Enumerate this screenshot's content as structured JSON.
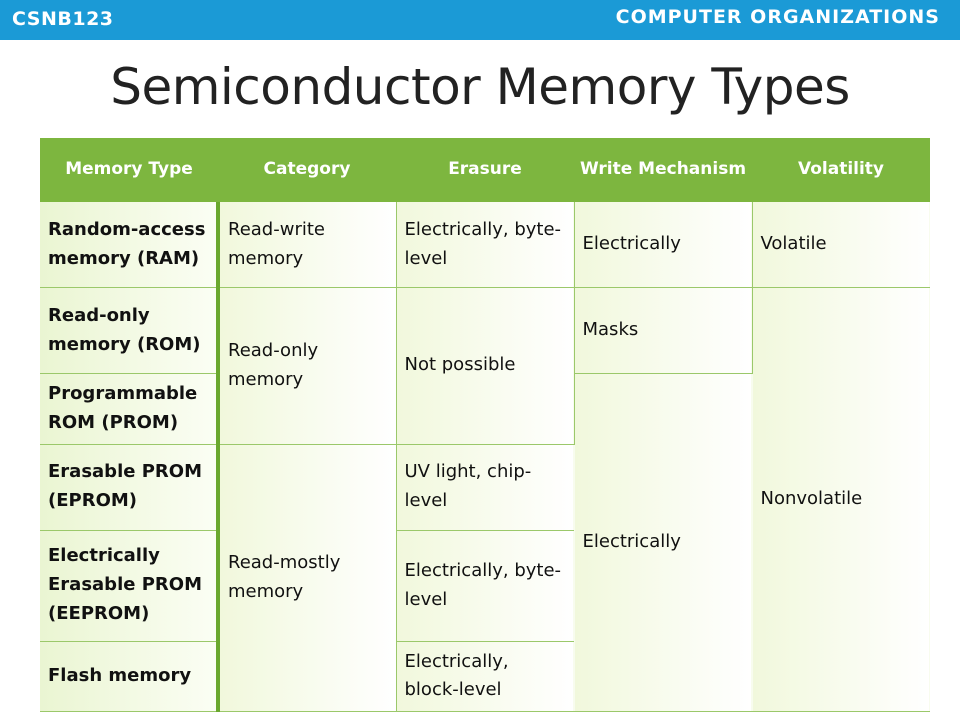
{
  "header": {
    "course_code": "CSNB123",
    "subject": "COMPUTER ORGANIZATIONS"
  },
  "slide": {
    "title": "Semiconductor Memory Types"
  },
  "table": {
    "headers": [
      "Memory Type",
      "Category",
      "Erasure",
      "Write Mechanism",
      "Volatility"
    ],
    "rows": [
      {
        "memory_type": "Random-access memory (RAM)",
        "category": "Read-write memory",
        "erasure": "Electrically, byte-level",
        "write": "Electrically",
        "volatility": "Volatile"
      },
      {
        "memory_type": "Read-only memory (ROM)",
        "category": "Read-only memory",
        "erasure": "Not possible",
        "write": "Masks",
        "volatility": "Nonvolatile"
      },
      {
        "memory_type": "Programmable ROM (PROM)",
        "write": "Electrically"
      },
      {
        "memory_type": "Erasable PROM (EPROM)",
        "category": "Read-mostly memory",
        "erasure": "UV light, chip-level"
      },
      {
        "memory_type": "Electrically Erasable PROM (EEPROM)",
        "erasure": "Electrically, byte-level"
      },
      {
        "memory_type": "Flash memory",
        "erasure": "Electrically, block-level"
      }
    ]
  }
}
